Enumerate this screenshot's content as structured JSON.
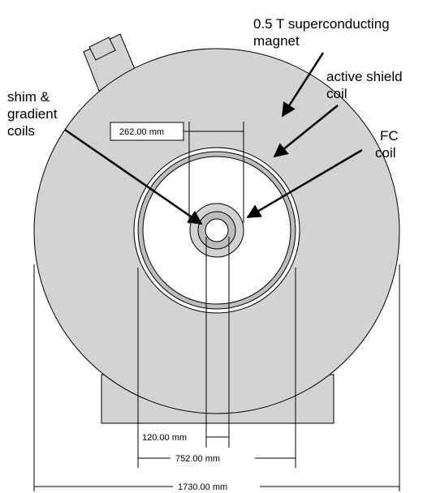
{
  "labels": {
    "magnet_line1": "0.5 T superconducting",
    "magnet_line2": "magnet",
    "shield_line1": "active shield",
    "shield_line2": "coil",
    "shim_line1": "shim &",
    "shim_line2": "gradient",
    "shim_line3": "coils",
    "fc_line1": "FC",
    "fc_line2": "coil"
  },
  "dimensions": {
    "shim": "262.00 mm",
    "inner": "120.00 mm",
    "bore": "752.00 mm",
    "overall": "1730.00 mm"
  },
  "colors": {
    "body_fill": "#d3d3d3",
    "bore_fill": "#ffffff",
    "shield_ring": "#bdbdbd",
    "stroke": "#000000"
  }
}
